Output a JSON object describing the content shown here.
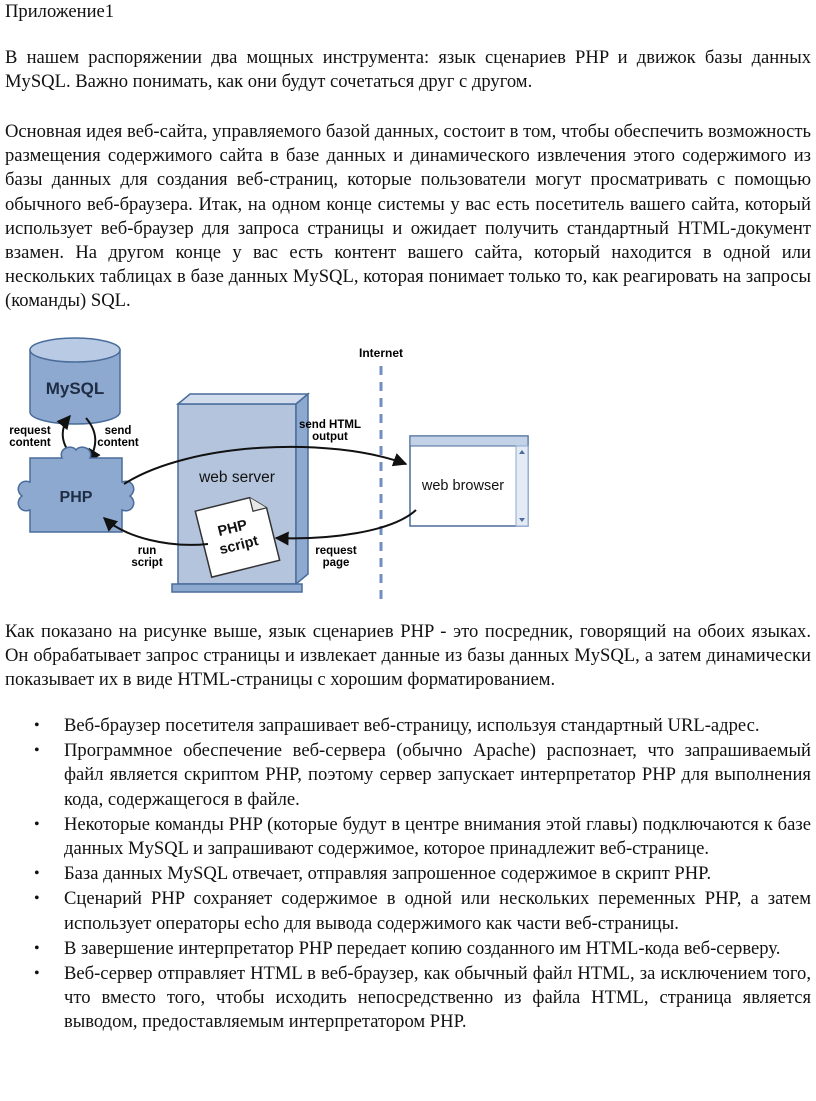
{
  "document": {
    "title": "Приложение1",
    "paragraphs": [
      "В нашем распоряжении два мощных инструмента: язык сценариев PHP и движок базы данных MySQL. Важно понимать, как они будут сочетаться друг с другом.",
      "Основная идея веб-сайта, управляемого базой данных, состоит в том, чтобы обеспечить возможность размещения содержимого сайта в базе данных и динамического извлечения этого содержимого из базы данных для создания веб-страниц, которые пользователи могут просматривать с помощью обычного веб-браузера. Итак, на одном конце системы у вас есть посетитель вашего сайта, который использует веб-браузер для запроса страницы и ожидает получить стандартный HTML-документ взамен. На другом конце у вас есть контент вашего сайта, который находится в одной или нескольких таблицах в базе данных MySQL, которая понимает только то, как реагировать на запросы (команды) SQL.",
      "Как показано на рисунке выше, язык сценариев PHP - это посредник, говорящий на обоих языках. Он обрабатывает запрос страницы и извлекает данные из базы данных MySQL, а затем динамически показывает их в виде HTML-страницы с хорошим форматированием."
    ],
    "bullet_glyph": "•",
    "bullets": [
      "Веб-браузер посетителя запрашивает веб-страницу, используя стандартный URL-адрес.",
      "Программное обеспечение веб-сервера (обычно Apache) распознает, что запрашиваемый файл является скриптом PHP, поэтому сервер запускает интерпретатор PHP для выполнения кода, содержащегося в файле.",
      "Некоторые команды PHP (которые будут в центре внимания этой главы) подключаются к базе данных MySQL и запрашивают содержимое, которое принадлежит веб-странице.",
      "База данных MySQL отвечает, отправляя запрошенное содержимое в скрипт PHP.",
      "Сценарий PHP сохраняет содержимое в одной или нескольких переменных PHP, а затем использует операторы echo для вывода содержимого как части веб-страницы.",
      "В завершение интерпретатор PHP передает копию созданного им HTML-кода веб-серверу.",
      "Веб-сервер отправляет HTML в веб-браузер, как обычный файл HTML, за исключением того, что вместо того, чтобы исходить непосредственно из файла HTML, страница является выводом, предоставляемым интерпретатором PHP."
    ]
  },
  "diagram": {
    "mysql_label": "MySQL",
    "php_label": "PHP",
    "web_server_label": "web server",
    "php_script_line1": "PHP",
    "php_script_line2": "script",
    "web_browser_label": "web browser",
    "internet_label": "Internet",
    "request_content_line1": "request",
    "request_content_line2": "content",
    "send_content_line1": "send",
    "send_content_line2": "content",
    "send_html_line1": "send HTML",
    "send_html_line2": "output",
    "request_page_line1": "request",
    "request_page_line2": "page",
    "run_script_line1": "run",
    "run_script_line2": "script",
    "colors": {
      "blue_fill": "#8ea9cf",
      "blue_dark": "#4a6c9b",
      "server_fill": "#b3c4dc",
      "browser_bar": "#c3d2e6",
      "internet_line": "#6f8fbf",
      "arrow": "#111111"
    }
  }
}
